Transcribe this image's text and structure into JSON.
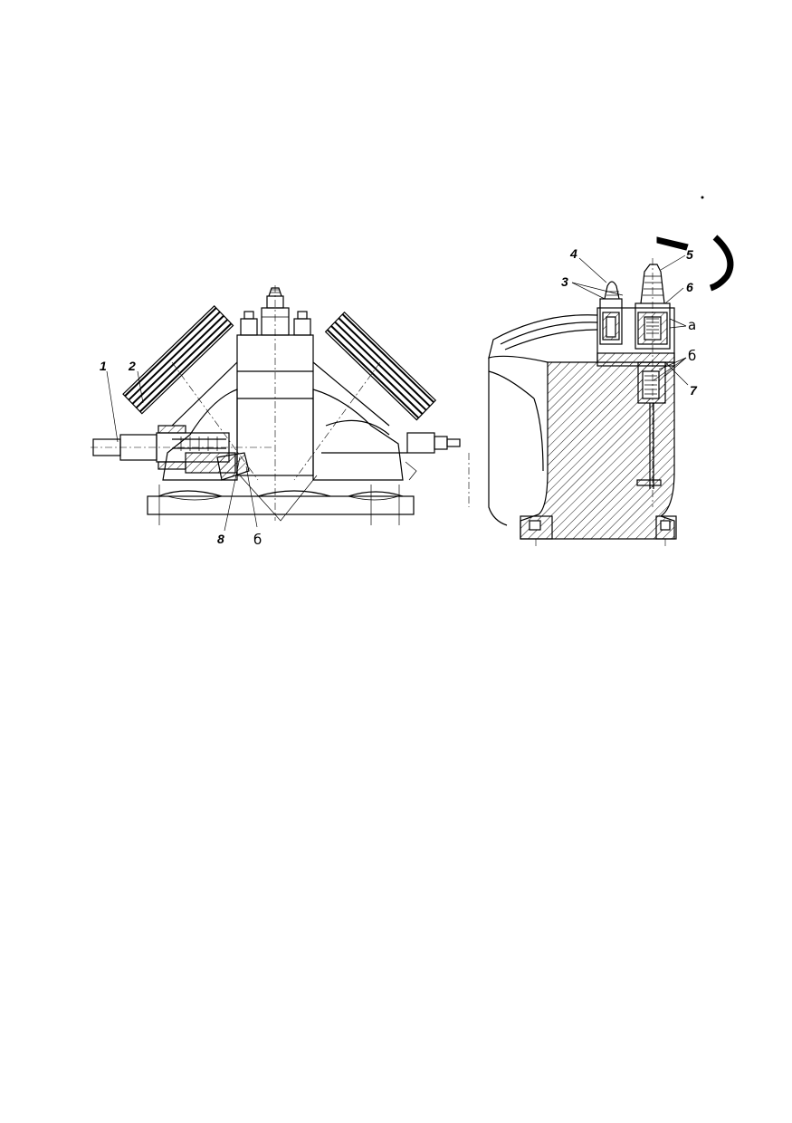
{
  "figure": {
    "left_view": {
      "callouts": [
        "1",
        "2",
        "8",
        "б"
      ]
    },
    "right_view": {
      "callouts": [
        "4",
        "5",
        "3",
        "6",
        "а",
        "б",
        "7"
      ]
    }
  }
}
